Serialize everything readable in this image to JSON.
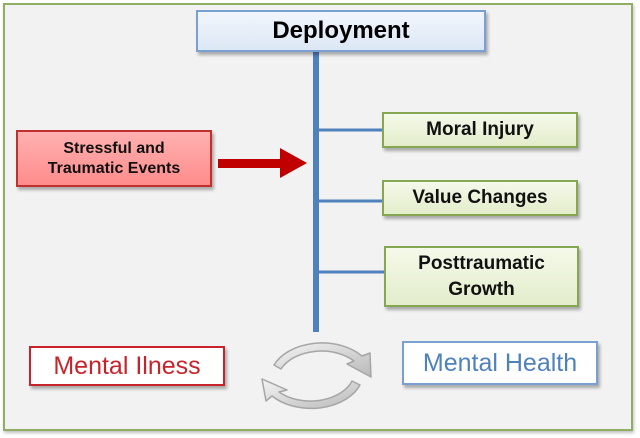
{
  "nodes": {
    "deployment": "Deployment",
    "stressful_events": [
      "Stressful and",
      "Traumatic Events"
    ],
    "moral_injury": "Moral Injury",
    "value_changes": "Value Changes",
    "posttraumatic_growth": [
      "Posttraumatic",
      "Growth"
    ],
    "mental_illness": "Mental Ilness",
    "mental_health": "Mental Health"
  },
  "colors": {
    "spine": "#4f81bd",
    "arrow": "#c00000",
    "cycle": "#c8c8c8"
  },
  "icons": {
    "arrow": "right-arrow-icon",
    "cycle": "cycle-arrows-icon"
  }
}
